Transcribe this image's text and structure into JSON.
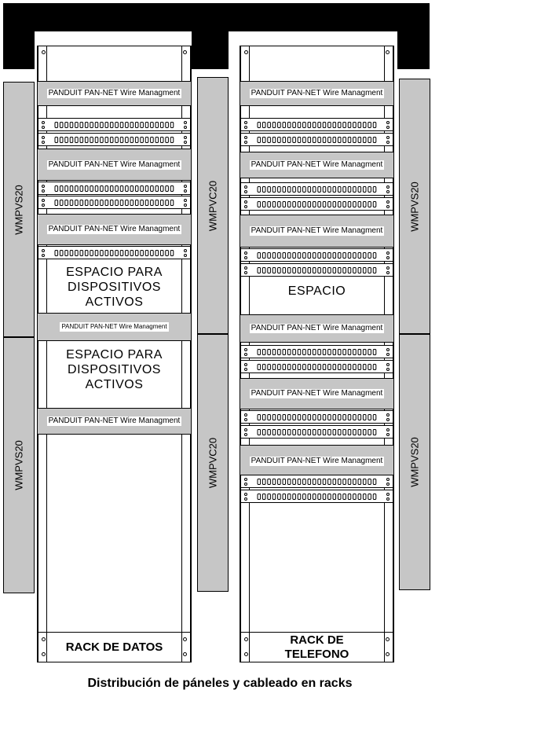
{
  "wire_management_label": "PANDUIT PAN-NET Wire Managment",
  "side_managers": {
    "left_top": "WMPVS20",
    "left_bottom": "WMPVS20",
    "middle_top": "WMPVC20",
    "middle_bottom": "WMPVC20",
    "right_top": "WMPVS20",
    "right_bottom": "WMPVS20"
  },
  "rack_datos": {
    "name": "RACK DE DATOS",
    "space_1": "ESPACIO PARA DISPOSITIVOS ACTIVOS",
    "space_2": "ESPACIO PARA DISPOSITIVOS ACTIVOS"
  },
  "rack_telefono": {
    "name": "RACK DE TELEFONO",
    "space_1": "ESPACIO"
  },
  "caption": "Distribución de páneles y cableado en racks"
}
